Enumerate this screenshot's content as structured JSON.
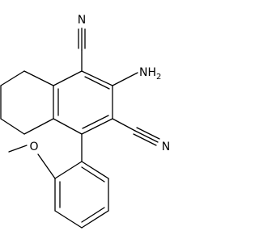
{
  "molecule": {
    "labels": {
      "nitrile_top": "N",
      "nitrile_right": "N",
      "amino": "NH",
      "amino_sub": "2",
      "methoxy_oxygen": "O"
    }
  }
}
